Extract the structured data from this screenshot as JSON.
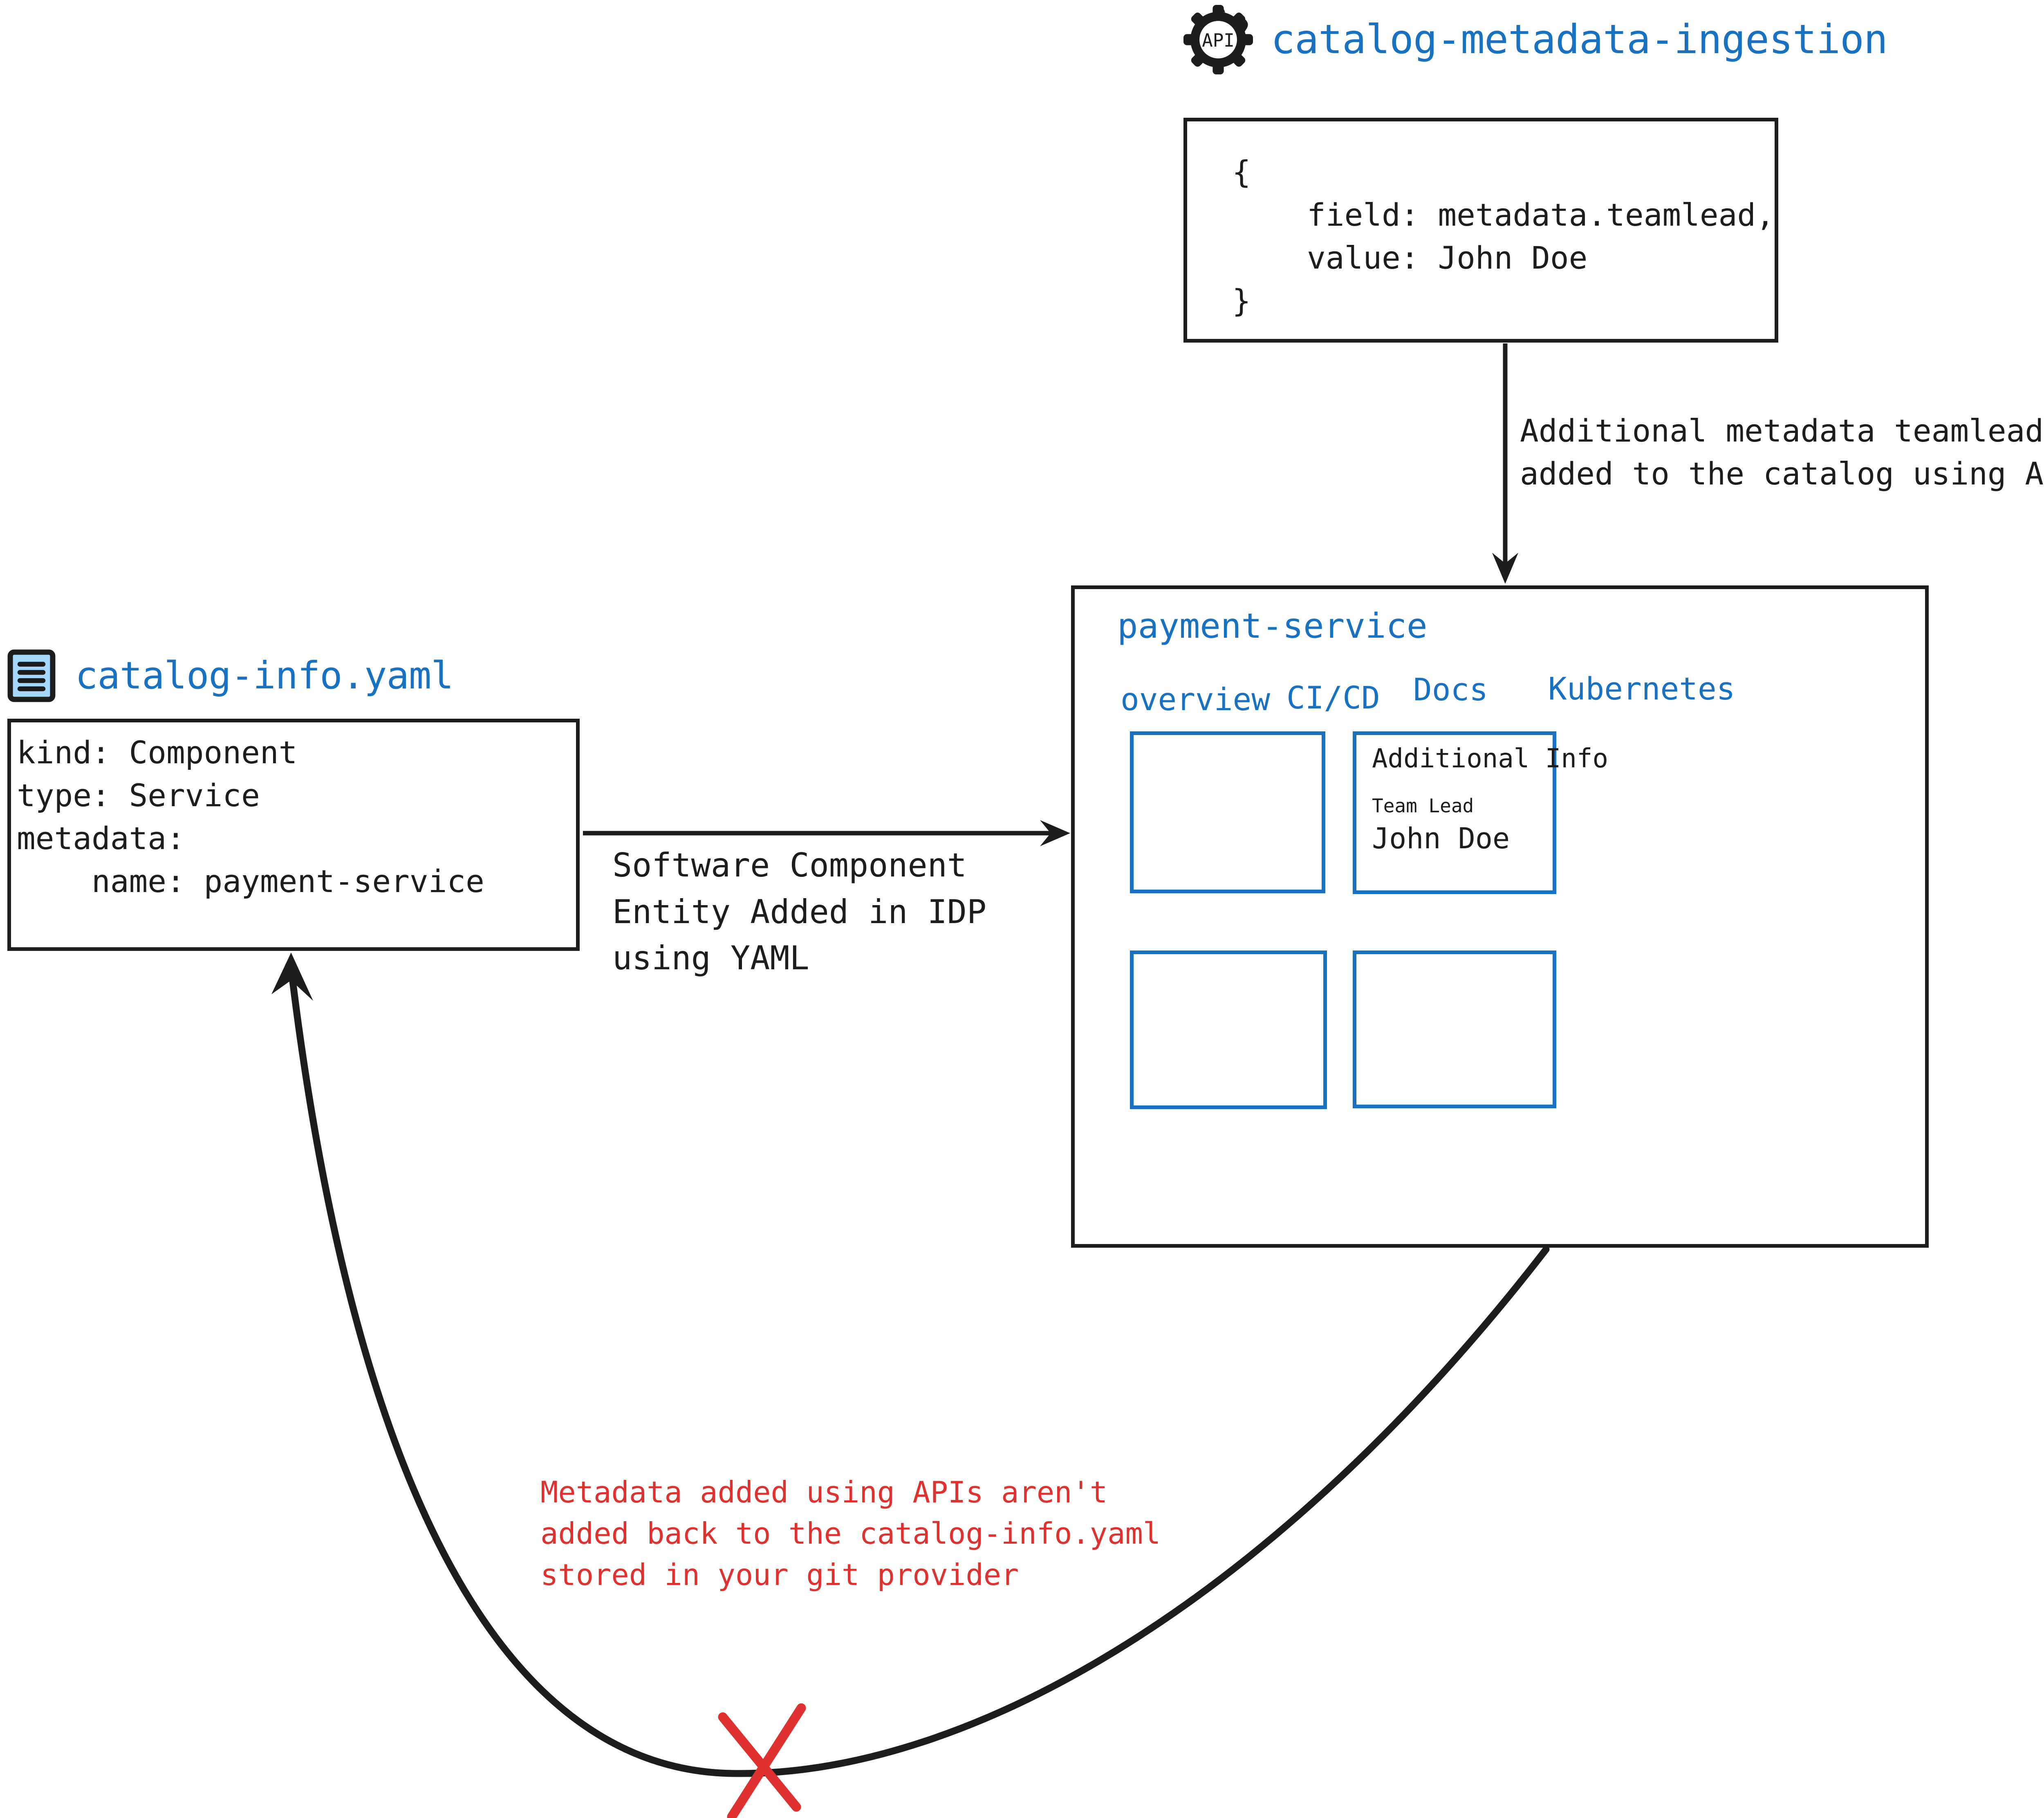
{
  "api_source": {
    "icon": "api-gear-icon",
    "icon_label": "API",
    "title": "catalog-metadata-ingestion",
    "payload": "{\n    field: metadata.teamlead,\n    value: John Doe\n}"
  },
  "api_flow": {
    "annotation": "Additional metadata teamlead\nadded to the catalog using APIs"
  },
  "yaml_source": {
    "icon": "document-icon",
    "title": "catalog-info.yaml",
    "content": "kind: Component\ntype: Service\nmetadata:\n    name: payment-service"
  },
  "yaml_flow": {
    "annotation": "Software Component\nEntity Added in IDP\nusing YAML"
  },
  "service_panel": {
    "title": "payment-service",
    "tabs": [
      {
        "label": "overview"
      },
      {
        "label": "CI/CD"
      },
      {
        "label": "Docs"
      },
      {
        "label": "Kubernetes"
      }
    ],
    "info_card": {
      "title": "Additional Info",
      "field_label": "Team Lead",
      "field_value": "John Doe"
    }
  },
  "warning": {
    "text": "Metadata added using APIs aren't\nadded back to the catalog-info.yaml\nstored in your git provider",
    "marker": "red-x-icon"
  },
  "colors": {
    "accent_blue": "#1971c2",
    "ink": "#1d1d1d",
    "warning_red": "#e03131",
    "icon_fill": "#a5d8ff"
  }
}
